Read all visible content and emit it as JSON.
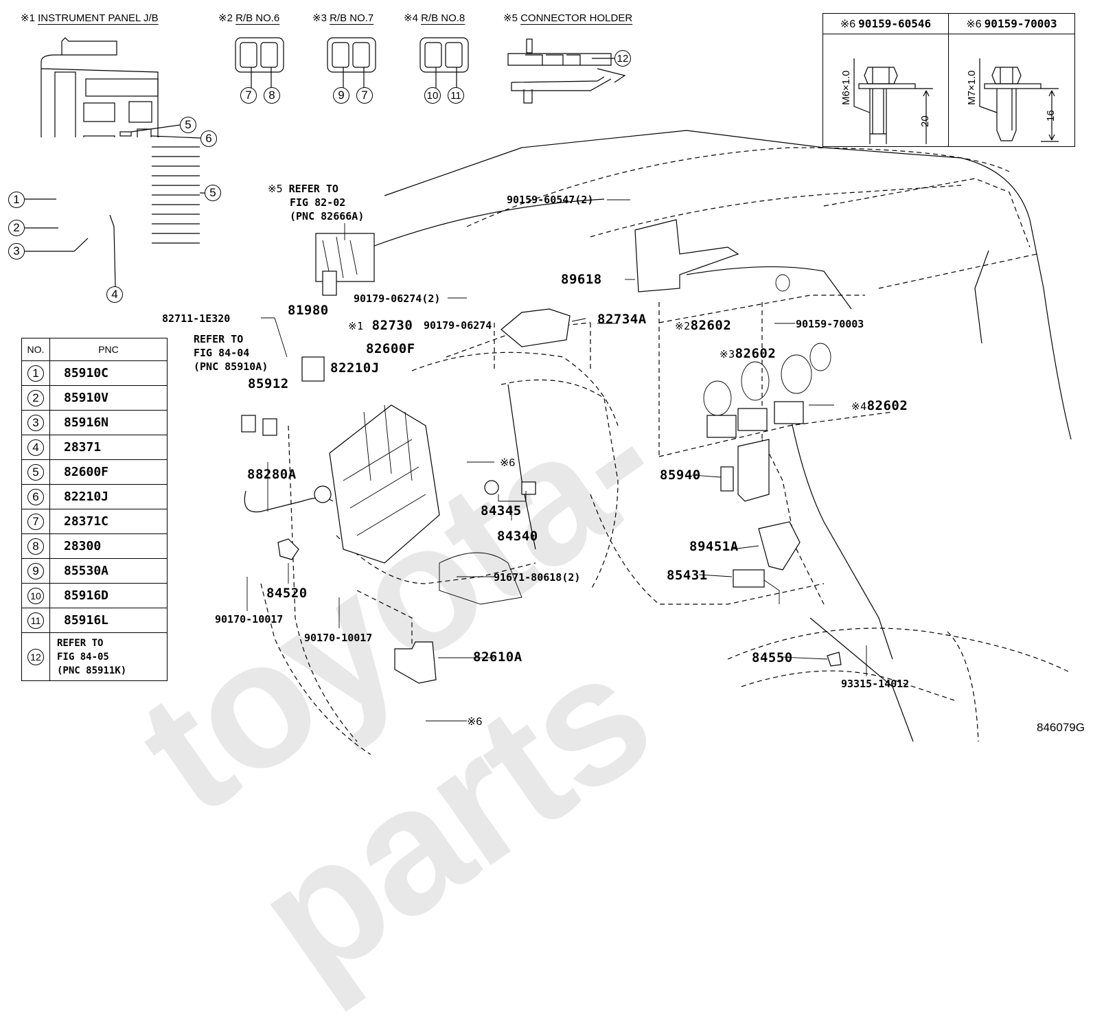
{
  "figure_id": "846079G",
  "watermark": "toyota-parts",
  "header_groups": [
    {
      "mark": "※1",
      "title": "INSTRUMENT PANEL J/B"
    },
    {
      "mark": "※2",
      "title": "R/B NO.6",
      "callouts": [
        "7",
        "8"
      ]
    },
    {
      "mark": "※3",
      "title": "R/B NO.7",
      "callouts": [
        "9",
        "7"
      ]
    },
    {
      "mark": "※4",
      "title": "R/B NO.8",
      "callouts": [
        "10",
        "11"
      ]
    },
    {
      "mark": "※5",
      "title": "CONNECTOR HOLDER",
      "callouts": [
        "12"
      ]
    }
  ],
  "jb_callouts": [
    "1",
    "2",
    "3",
    "4",
    "5",
    "6",
    "5"
  ],
  "bolt_specs": [
    {
      "mark": "※6",
      "part": "90159-60546",
      "thread": "M6×1.0",
      "length": "20"
    },
    {
      "mark": "※6",
      "part": "90159-70003",
      "thread": "M7×1.0",
      "length": "16"
    }
  ],
  "pnc_table": {
    "headers": {
      "no": "NO.",
      "pnc": "PNC"
    },
    "rows": [
      {
        "no": "1",
        "pnc": "85910C"
      },
      {
        "no": "2",
        "pnc": "85910V"
      },
      {
        "no": "3",
        "pnc": "85916N"
      },
      {
        "no": "4",
        "pnc": "28371"
      },
      {
        "no": "5",
        "pnc": "82600F"
      },
      {
        "no": "6",
        "pnc": "82210J"
      },
      {
        "no": "7",
        "pnc": "28371C"
      },
      {
        "no": "8",
        "pnc": "28300"
      },
      {
        "no": "9",
        "pnc": "85530A"
      },
      {
        "no": "10",
        "pnc": "85916D"
      },
      {
        "no": "11",
        "pnc": "85916L"
      },
      {
        "no": "12",
        "pnc_lines": [
          "REFER TO",
          "FIG 84-05",
          "(PNC 85911K)"
        ]
      }
    ]
  },
  "part_labels": {
    "ref_82_02": {
      "mark": "※5",
      "lines": [
        "REFER TO",
        "FIG 82-02",
        "(PNC 82666A)"
      ]
    },
    "ref_84_04": {
      "lines": [
        "REFER TO",
        "FIG 84-04",
        "(PNC 85910A)"
      ]
    },
    "p_90159_60547": "90159-60547(2)",
    "p_89618": "89618",
    "p_90179_06274_2": "90179-06274(2)",
    "p_81980": "81980",
    "p_82711": "82711-1E320",
    "p_82730": {
      "mark": "※1",
      "text": "82730"
    },
    "p_90179_06274": "90179-06274",
    "p_82734A": "82734A",
    "p_82600F": "82600F",
    "p_82210J": "82210J",
    "p_85912": "85912",
    "p_88280A": "88280A",
    "p_star6_a": "※6",
    "p_84345": "84345",
    "p_84340": "84340",
    "p_91671": "91671-80618(2)",
    "p_84520": "84520",
    "p_90170_a": "90170-10017",
    "p_90170_b": "90170-10017",
    "p_82610A": "82610A",
    "p_star6_b": "※6",
    "p_82602_2": {
      "mark": "※2",
      "text": "82602"
    },
    "p_82602_3": {
      "mark": "※3",
      "text": "82602"
    },
    "p_82602_4": {
      "mark": "※4",
      "text": "82602"
    },
    "p_90159_70003": "90159-70003",
    "p_85940": "85940",
    "p_89451A": "89451A",
    "p_85431": "85431",
    "p_84550": "84550",
    "p_93315": "93315-14012"
  }
}
